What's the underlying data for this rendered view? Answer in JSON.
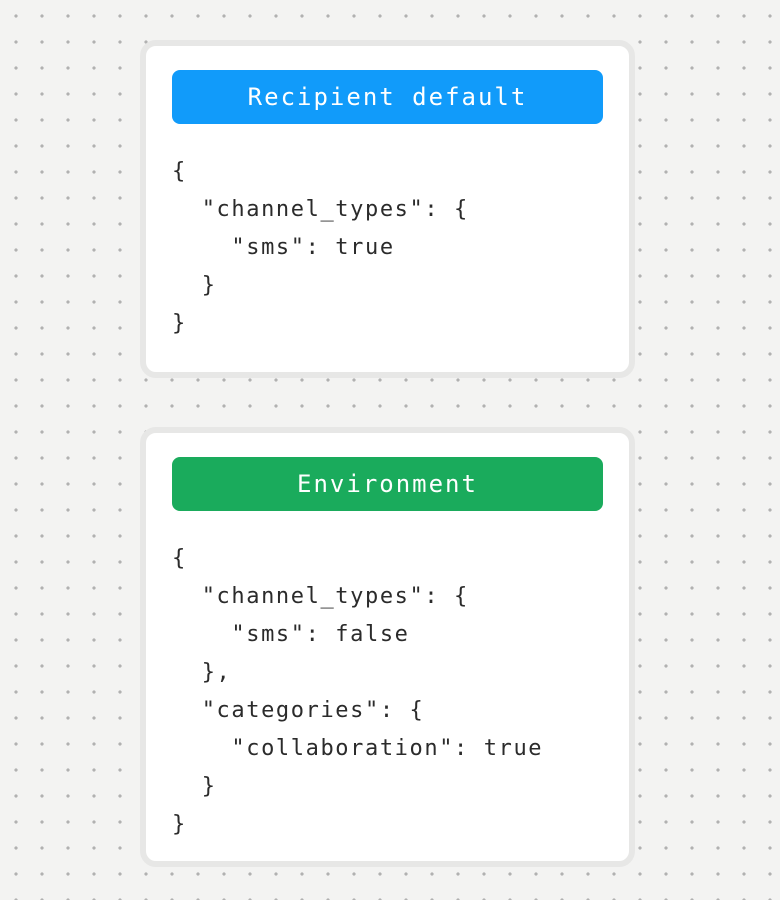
{
  "page": {
    "background_color": "#f3f3f2",
    "dot_color": "#b1b1b1",
    "card_background": "#ffffff",
    "card_border_color": "#e7e7e6",
    "code_text_color": "#2b2b2b"
  },
  "cards": [
    {
      "id": "recipient-default",
      "header": {
        "label": "Recipient default",
        "color": "#119bfa",
        "text_color": "#ffffff"
      },
      "code": "{\n  \"channel_types\": {\n    \"sms\": true\n  }\n}"
    },
    {
      "id": "environment",
      "header": {
        "label": "Environment",
        "color": "#1aab5c",
        "text_color": "#ffffff"
      },
      "code": "{\n  \"channel_types\": {\n    \"sms\": false\n  },\n  \"categories\": {\n    \"collaboration\": true\n  }\n}"
    }
  ]
}
